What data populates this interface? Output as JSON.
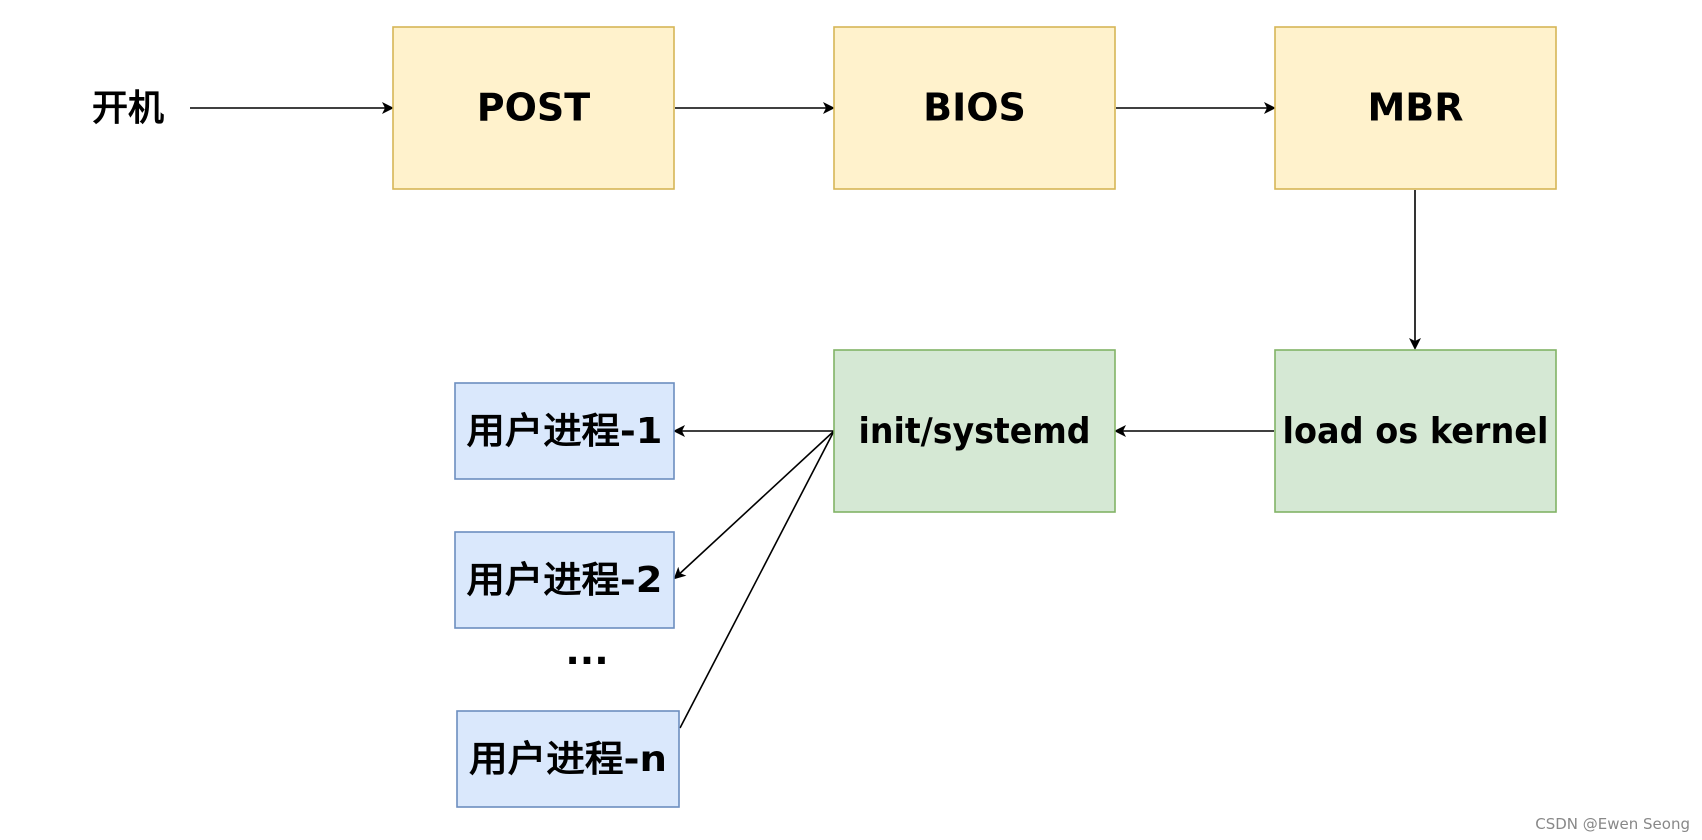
{
  "start_label": "开机",
  "nodes": {
    "post": "POST",
    "bios": "BIOS",
    "mbr": "MBR",
    "kernel": "load os kernel",
    "init": "init/systemd",
    "proc1": "用户进程-1",
    "proc2": "用户进程-2",
    "procn": "用户进程-n"
  },
  "ellipsis": "...",
  "watermark": "CSDN @Ewen Seong",
  "colors": {
    "yellow_fill": "#fff2cc",
    "yellow_stroke": "#d6b656",
    "green_fill": "#d5e8d4",
    "green_stroke": "#82b366",
    "blue_fill": "#dae8fc",
    "blue_stroke": "#6c8ebf",
    "edge": "#000000"
  }
}
